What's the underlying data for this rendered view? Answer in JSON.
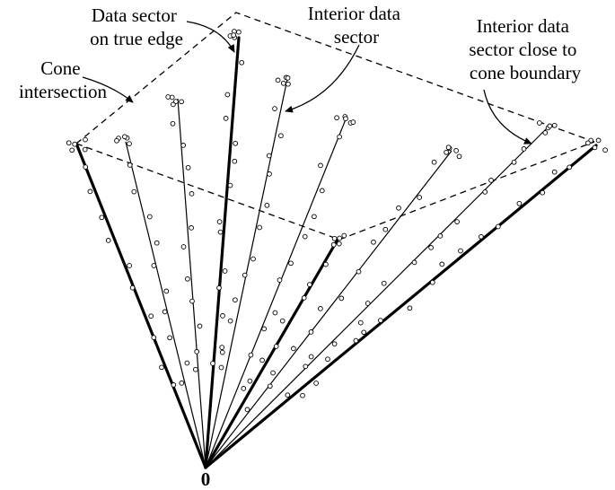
{
  "labels": {
    "origin": "0",
    "cone_intersection": [
      "Cone",
      "intersection"
    ],
    "data_sector_true_edge": [
      "Data sector",
      "on true edge"
    ],
    "interior_data_sector": [
      "Interior data",
      "sector"
    ],
    "interior_sector_boundary": [
      "Interior data",
      "sector close to",
      "cone boundary"
    ]
  },
  "colors": {
    "stroke": "#000000",
    "background": "#ffffff"
  }
}
